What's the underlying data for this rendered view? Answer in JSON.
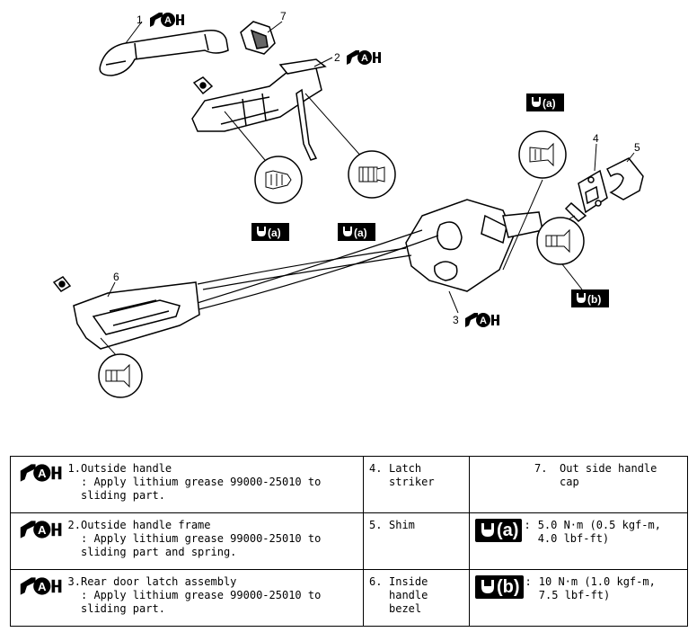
{
  "callouts": {
    "n1": "1",
    "n2": "2",
    "n3": "3",
    "n4": "4",
    "n5": "5",
    "n6": "6",
    "n7": "7"
  },
  "torque_marks": {
    "a": "(a)",
    "b": "(b)"
  },
  "grease_mark": "A",
  "legend": {
    "rows": [
      {
        "c1": {
          "num": "1.",
          "title": "Outside handle",
          "note1": ": Apply lithium grease 99000-25010 to",
          "note2": "sliding part."
        },
        "c2": {
          "num": "4.",
          "line1": "Latch",
          "line2": "striker",
          "line3": ""
        },
        "c3": {
          "num": "7.",
          "text1": "Out side handle cap",
          "text2": ""
        }
      },
      {
        "c1": {
          "num": "2.",
          "title": "Outside handle frame",
          "note1": ": Apply lithium grease 99000-25010 to",
          "note2": "sliding part and spring."
        },
        "c2": {
          "num": "5.",
          "line1": "Shim",
          "line2": "",
          "line3": ""
        },
        "c3": {
          "num": ":",
          "text1": "5.0 N·m (0.5 kgf-m,",
          "text2": "4.0 lbf-ft)"
        }
      },
      {
        "c1": {
          "num": "3.",
          "title": "Rear door latch assembly",
          "note1": ": Apply lithium grease 99000-25010 to",
          "note2": "sliding part."
        },
        "c2": {
          "num": "6.",
          "line1": "Inside",
          "line2": "handle",
          "line3": "bezel"
        },
        "c3": {
          "num": ":",
          "text1": "10 N·m (1.0 kgf-m,",
          "text2": "7.5 lbf-ft)"
        }
      }
    ]
  }
}
